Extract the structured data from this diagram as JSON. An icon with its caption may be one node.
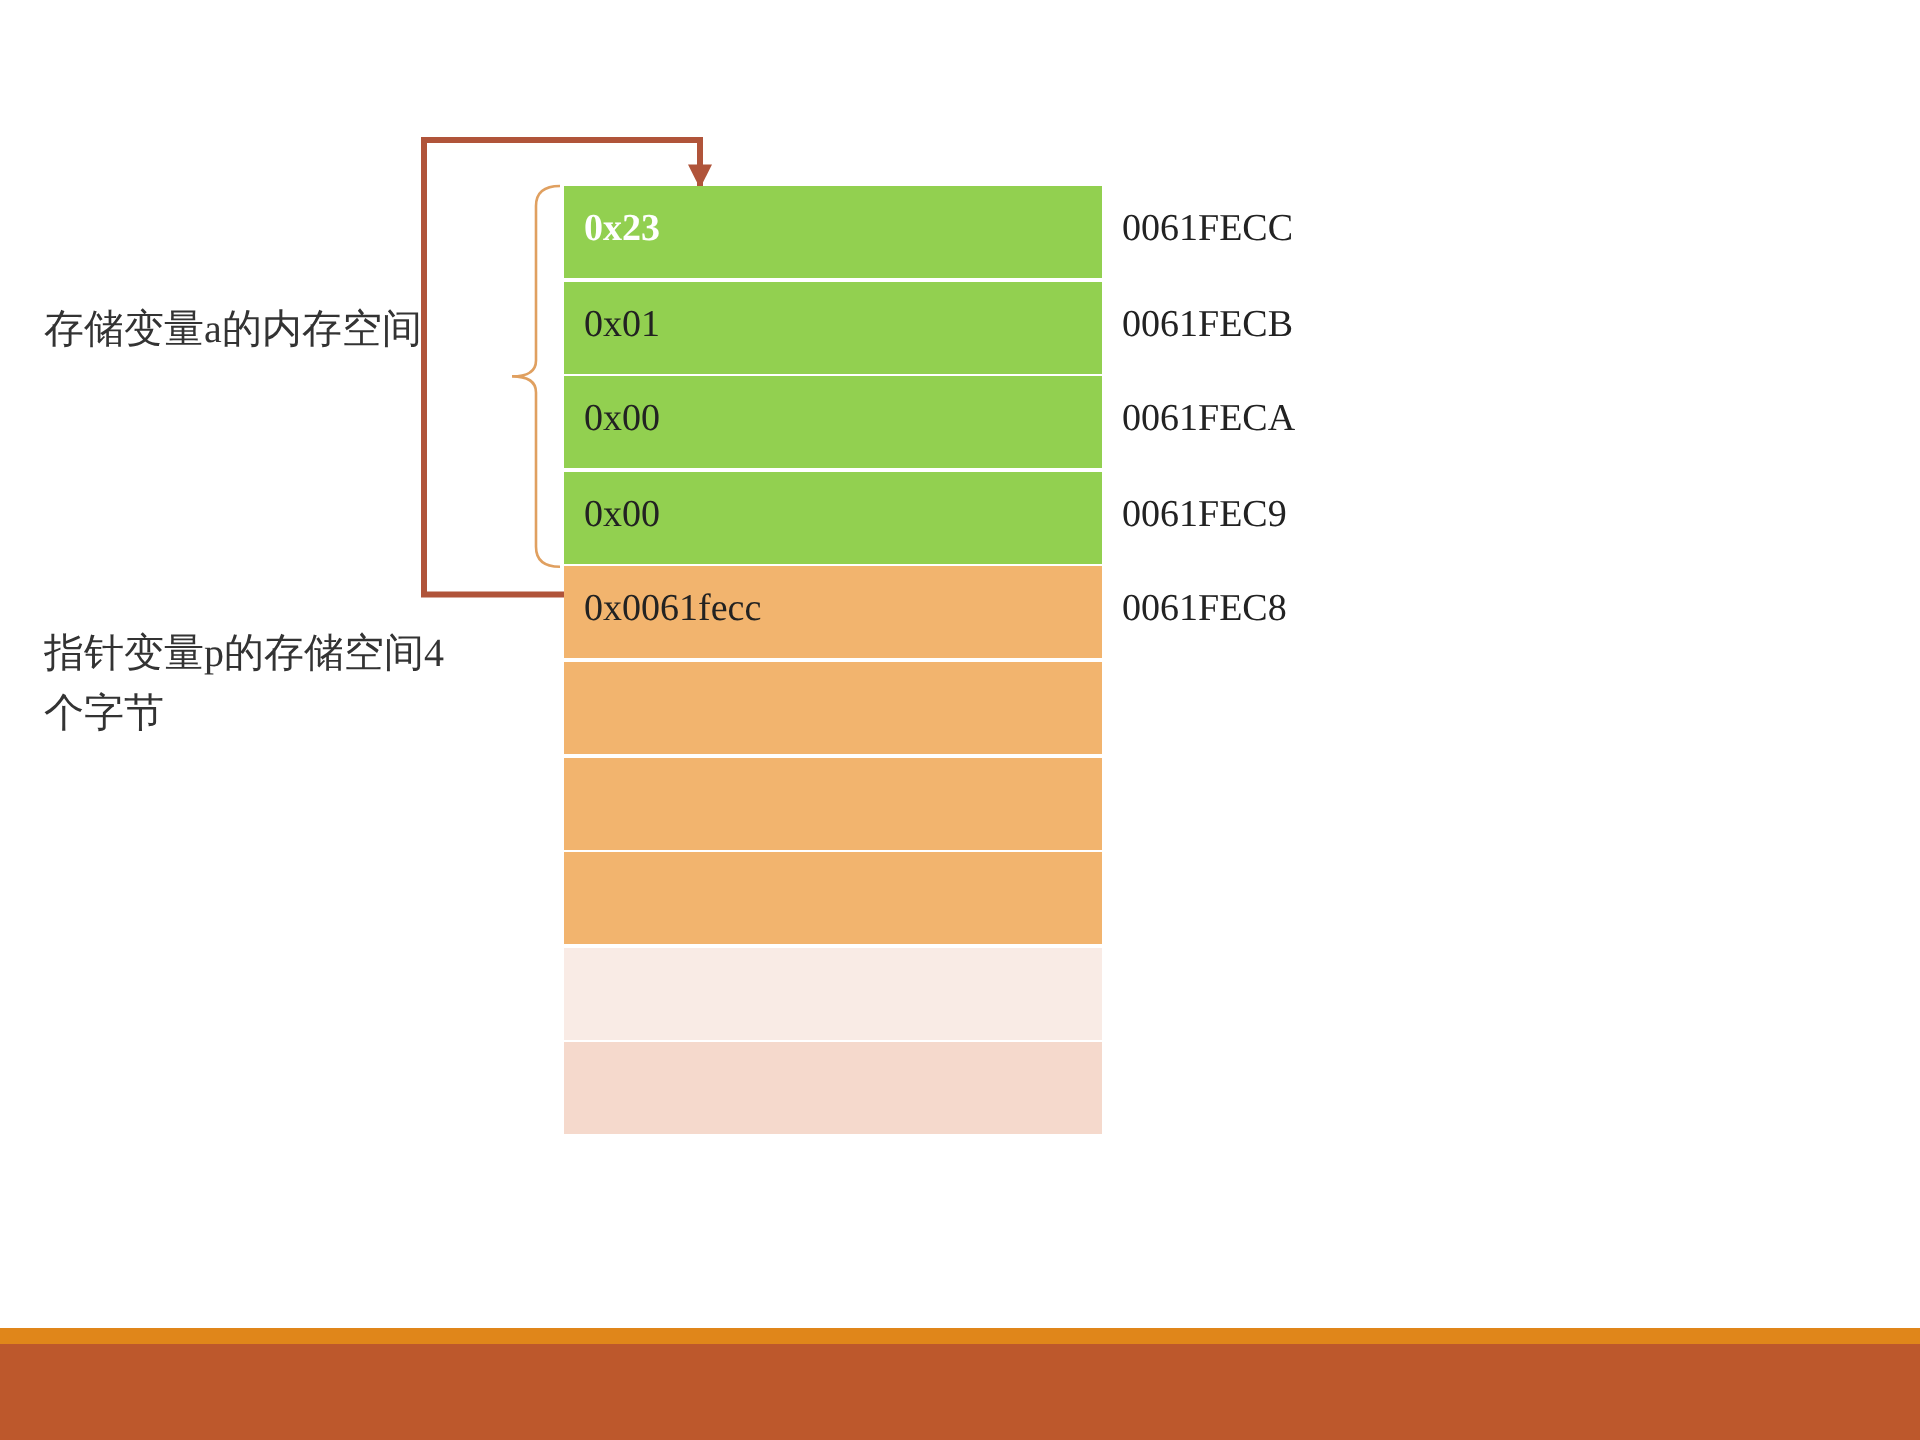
{
  "diagram": {
    "nodes": [
      {
        "text": [
          "0x23"
        ],
        "beside": [
          "0061FECC"
        ]
      },
      {
        "text": [
          "0x01"
        ],
        "beside": [
          "0061FECB"
        ]
      },
      {
        "text": [
          "0x00"
        ],
        "beside": [
          "0061FECA"
        ]
      },
      {
        "text": [
          "0x00"
        ],
        "beside": [
          "0061FEC9"
        ]
      },
      {
        "text": [
          "0x0061fecc"
        ],
        "beside": [
          "0061FEC8"
        ]
      },
      {
        "text": [],
        "shape": "box"
      },
      {
        "text": [],
        "shape": "box"
      },
      {
        "text": [],
        "shape": "box"
      },
      {
        "text": [],
        "shape": "box"
      },
      {
        "text": [],
        "shape": "box"
      }
    ],
    "edges": [
      {
        "from": 4,
        "to": 0,
        "arrow": "to"
      }
    ],
    "labels": [
      "存储变量a的内存空间",
      "指针变量p的存储空间4个字节"
    ]
  }
}
